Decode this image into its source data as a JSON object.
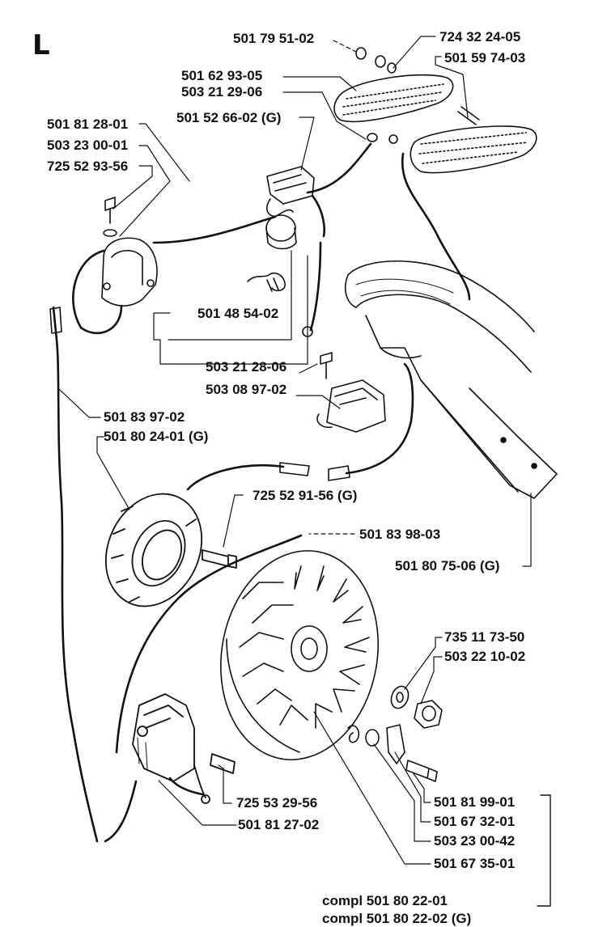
{
  "section_letter": "L",
  "labels": {
    "p501795102": "501 79 51-02",
    "p724322405": "724 32 24-05",
    "p501597403": "501 59 74-03",
    "p501629305": "501 62 93-05",
    "p503212906": "503 21 29-06",
    "p501526602": "501 52 66-02  (G)",
    "p501812801": "501 81 28-01",
    "p503230001": "503 23 00-01",
    "p725529356": "725 52 93-56",
    "p501485402": "501 48 54-02",
    "p503212806": "503 21 28-06",
    "p503089702": "503 08 97-02",
    "p501839702": "501 83 97-02",
    "p501802401": "501 80 24-01 (G)",
    "p725529156": "725 52 91-56 (G)",
    "p501839803": "501 83 98-03",
    "p501807506": "501 80 75-06 (G)",
    "p735117350": "735 11 73-50",
    "p503221002": "503 22 10-02",
    "p725532956": "725 53 29-56",
    "p501812702": "501 81 27-02",
    "p501819901": "501 81 99-01",
    "p501673201": "501 67 32-01",
    "p503230042": "503 23 00-42",
    "p501673501": "501 67 35-01",
    "compl1": "compl 501 80 22-01",
    "compl2": "compl 501 80 22-02 (G)"
  }
}
